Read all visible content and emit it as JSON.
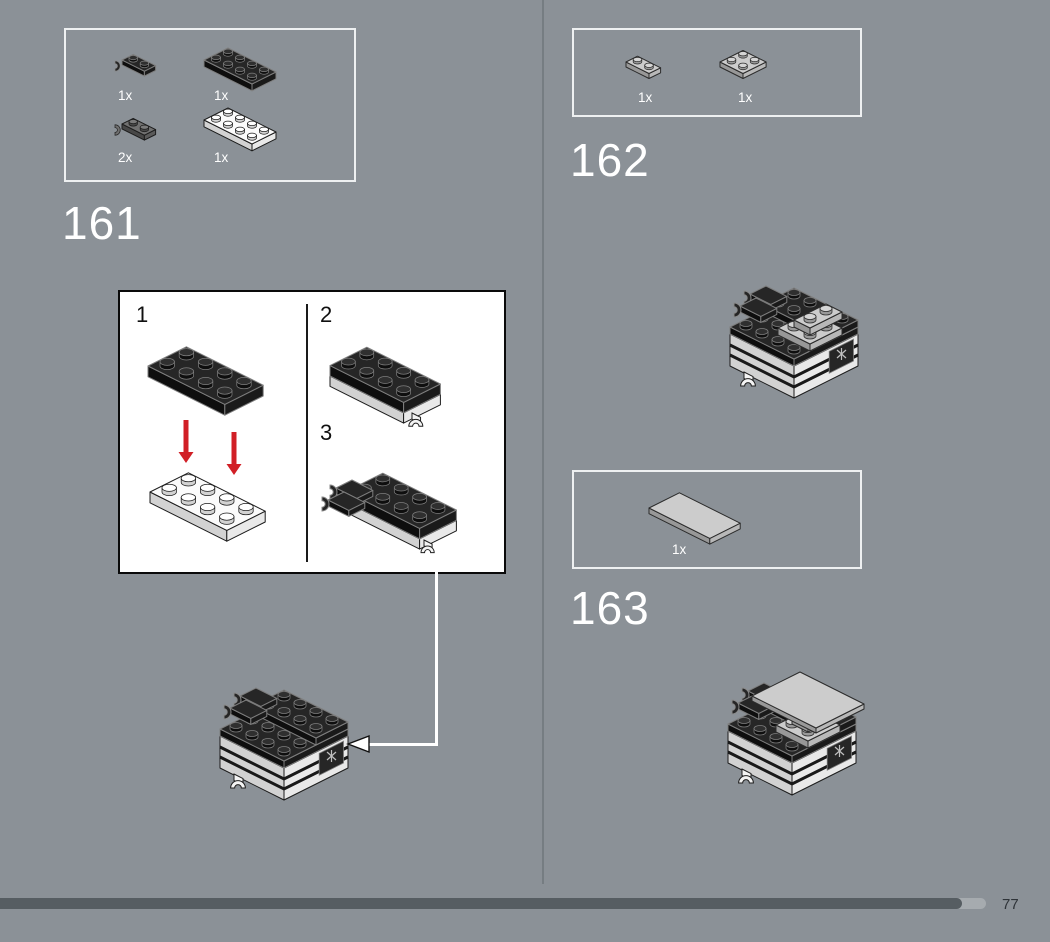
{
  "page": {
    "number": "77"
  },
  "colors": {
    "background": "#8b9197",
    "callout_bg": "#ffffff",
    "accent_red": "#d11f26",
    "progress_fill": "#565d62",
    "progress_track": "#a6abaf",
    "text_light": "#ffffff"
  },
  "icons": {
    "insert_arrow": "left-pointing white arrow",
    "substep_arrows": "red down arrows"
  },
  "steps": {
    "s161": {
      "number": "161",
      "parts": [
        {
          "count": "1x",
          "part": "black-plate-1x2-with-clip"
        },
        {
          "count": "1x",
          "part": "black-plate-2x4"
        },
        {
          "count": "2x",
          "part": "dark-gray-plate-1x2-with-handle"
        },
        {
          "count": "1x",
          "part": "white-plate-2x4"
        }
      ],
      "substeps": [
        {
          "number": "1"
        },
        {
          "number": "2"
        },
        {
          "number": "3"
        }
      ]
    },
    "s162": {
      "number": "162",
      "parts": [
        {
          "count": "1x",
          "part": "light-gray-plate-1x2"
        },
        {
          "count": "1x",
          "part": "light-gray-plate-2x2"
        }
      ]
    },
    "s163": {
      "number": "163",
      "parts": [
        {
          "count": "1x",
          "part": "light-gray-tile-flat"
        }
      ]
    }
  }
}
